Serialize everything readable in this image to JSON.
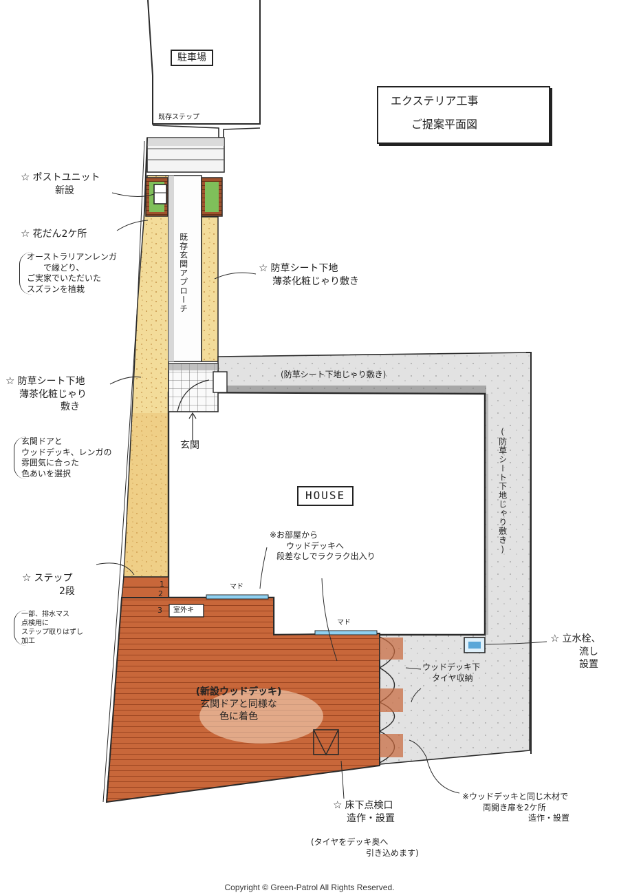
{
  "title": {
    "line1": "エクステリア工事",
    "line2": "ご提案平面図"
  },
  "parking": "駐車場",
  "existing_step": "既存ステップ",
  "post_unit": {
    "line1": "ポストユニット",
    "line2": "新設"
  },
  "flowerbed": {
    "title": "花だん2ケ所",
    "note": [
      "オーストラリアンレンガ",
      "で縁どり、",
      "ご実家でいただいた",
      "スズランを植栽"
    ]
  },
  "approach": "既存玄関アプローチ",
  "weed_sheet_right": {
    "line1": "防草シート下地",
    "line2": "薄茶化粧じゃり敷き"
  },
  "weed_sheet_left": {
    "line1": "防草シート下地",
    "line2": "薄茶化粧じゃり",
    "line3": "敷き"
  },
  "door_note": [
    "玄関ドアと",
    "ウッドデッキ、レンガの",
    "雰囲気に合った",
    "色あいを選択"
  ],
  "top_strip": "(防草シート下地じゃり敷き)",
  "side_strip": "(防草シート下地じゃり敷き)",
  "entrance": "玄関",
  "house": "HOUSE",
  "access_note": [
    "※お部屋から",
    "ウッドデッキへ",
    "段差なしでラクラク出入り"
  ],
  "step": {
    "title": "ステップ",
    "count": "2段",
    "note": [
      "一部、排水マス",
      "点検用に",
      "ステップ取りはずし",
      "加工"
    ],
    "numbers": [
      "1",
      "2",
      "3"
    ]
  },
  "window1": "マド",
  "window2": "マド",
  "outdoor_unit": "室外キ",
  "deck": {
    "title": "(新設ウッドデッキ)",
    "line2": "玄関ドアと同様な",
    "line3": "色に着色"
  },
  "tire_storage": {
    "line1": "ウッドデッキ下",
    "line2": "タイヤ収納"
  },
  "faucet": {
    "line1": "立水栓、",
    "line2": "流し",
    "line3": "設置"
  },
  "doors_note": {
    "line1": "※ウッドデッキと同じ木材で",
    "line2": "両開き扉を2ケ所",
    "line3": "造作・設置"
  },
  "inspection": {
    "line1": "床下点検口",
    "line2": "造作・設置",
    "line3": "(タイヤをデッキ奥へ",
    "line4": "引き込めます)"
  },
  "copyright": "Copyright © Green-Patrol All Rights Reserved.",
  "colors": {
    "deck": "#c8673a",
    "deck_dark": "#9a4420",
    "gravel": "#f3dc9a",
    "gravel_dark": "#e0b060",
    "concrete": "#dcdcdc",
    "line": "#2a2a2a",
    "brick": "#a0522d",
    "plant": "#7fbf5a",
    "water": "#5aa7d8"
  }
}
